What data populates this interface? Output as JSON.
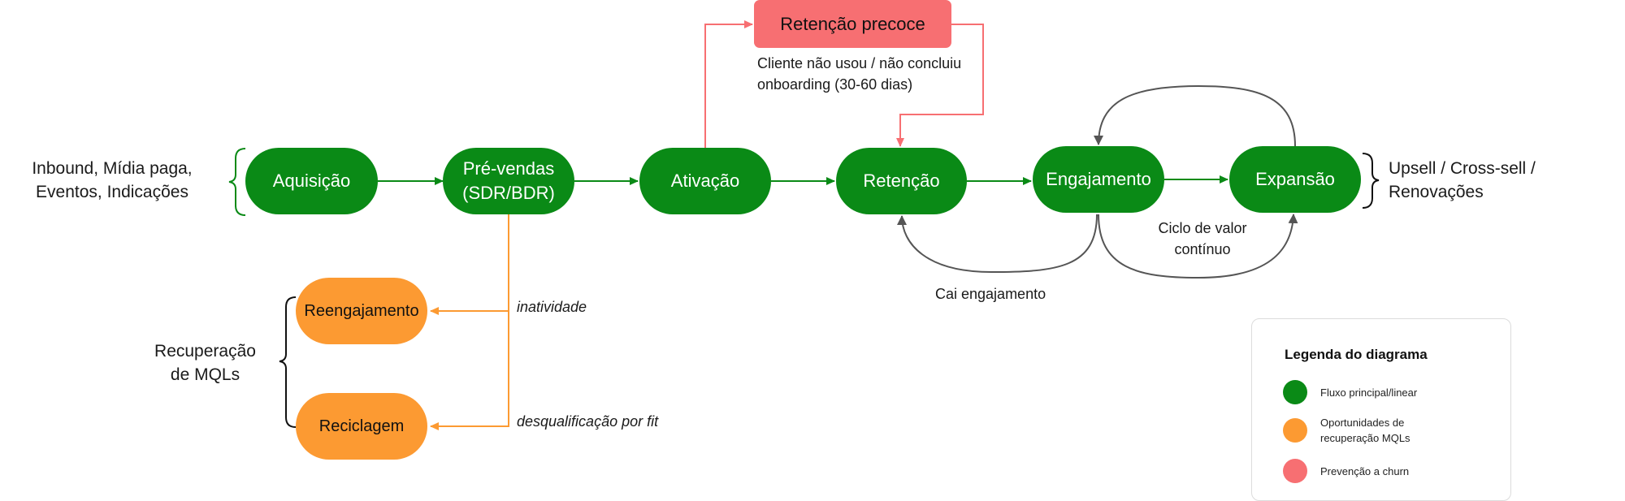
{
  "nodes": {
    "aquisicao": "Aquisição",
    "prevendas_line1": "Pré-vendas",
    "prevendas_line2": "(SDR/BDR)",
    "ativacao": "Ativação",
    "retencao": "Retenção",
    "engajamento": "Engajamento",
    "expansao": "Expansão",
    "retencao_precoce": "Retenção precoce",
    "reengajamento": "Reengajamento",
    "reciclagem": "Reciclagem"
  },
  "labels": {
    "sources_line1": "Inbound, Mídia paga,",
    "sources_line2": "Eventos, Indicações",
    "outcomes_line1": "Upsell / Cross-sell /",
    "outcomes_line2": "Renovações",
    "precoce_note_line1": "Cliente não usou / não concluiu",
    "precoce_note_line2": "onboarding (30-60 dias)",
    "inatividade": "inatividade",
    "desqualificacao": "desqualificação por fit",
    "recuperacao_line1": "Recuperação",
    "recuperacao_line2": "de MQLs",
    "cai_engajamento": "Cai engajamento",
    "ciclo_line1": "Ciclo de valor",
    "ciclo_line2": "contínuo"
  },
  "legend": {
    "title": "Legenda do diagrama",
    "items": [
      {
        "text": "Fluxo principal/linear",
        "color": "#0a8a16"
      },
      {
        "text": "Oportunidades de recuperação MQLs",
        "color": "#fc9a32"
      },
      {
        "text": "Prevenção a churn",
        "color": "#f76f72"
      }
    ]
  },
  "colors": {
    "main_flow": "#0a8a16",
    "recovery": "#fc9a32",
    "churn_prevention": "#f76f72",
    "loop_arrows": "#555555",
    "brace_black": "#111111"
  }
}
